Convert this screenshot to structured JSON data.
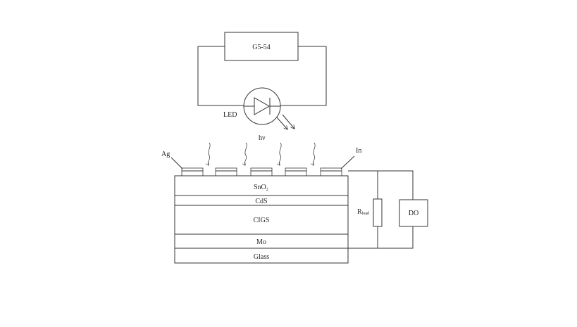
{
  "diagram": {
    "generator_label": "G5-54",
    "led_label": "LED",
    "photon_label": "hν",
    "contact_left_label": "Ag",
    "contact_right_label": "In",
    "layers": {
      "sno2": {
        "base": "SnO",
        "sub": "2"
      },
      "cds": "CdS",
      "cigs": "CIGS",
      "mo": "Mo",
      "glass": "Glass"
    },
    "load_resistor": {
      "base": "R",
      "sub": "load"
    },
    "oscilloscope_label": "DO"
  }
}
